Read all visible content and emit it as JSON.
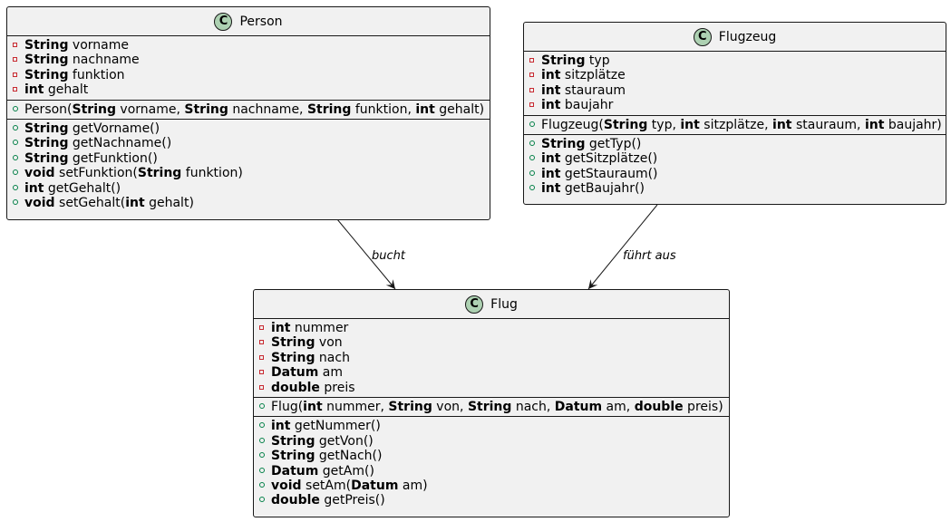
{
  "classes": {
    "person": {
      "name": "Person",
      "badge": "C",
      "attributes": [
        {
          "vis": "private",
          "type": "String",
          "name": "vorname"
        },
        {
          "vis": "private",
          "type": "String",
          "name": "nachname"
        },
        {
          "vis": "private",
          "type": "String",
          "name": "funktion"
        },
        {
          "vis": "private",
          "type": "int",
          "name": "gehalt"
        }
      ],
      "constructors": [
        {
          "vis": "public",
          "parts": [
            {
              "t": "Person("
            },
            {
              "t": "String",
              "b": true
            },
            {
              "t": " vorname, "
            },
            {
              "t": "String",
              "b": true
            },
            {
              "t": " nachname, "
            },
            {
              "t": "String",
              "b": true
            },
            {
              "t": " funktion, "
            },
            {
              "t": "int",
              "b": true
            },
            {
              "t": " gehalt)"
            }
          ]
        }
      ],
      "methods": [
        {
          "vis": "public",
          "parts": [
            {
              "t": "String",
              "b": true
            },
            {
              "t": " getVorname()"
            }
          ]
        },
        {
          "vis": "public",
          "parts": [
            {
              "t": "String",
              "b": true
            },
            {
              "t": " getNachname()"
            }
          ]
        },
        {
          "vis": "public",
          "parts": [
            {
              "t": "String",
              "b": true
            },
            {
              "t": " getFunktion()"
            }
          ]
        },
        {
          "vis": "public",
          "parts": [
            {
              "t": "void",
              "b": true
            },
            {
              "t": " setFunktion("
            },
            {
              "t": "String",
              "b": true
            },
            {
              "t": " funktion)"
            }
          ]
        },
        {
          "vis": "public",
          "parts": [
            {
              "t": "int",
              "b": true
            },
            {
              "t": " getGehalt()"
            }
          ]
        },
        {
          "vis": "public",
          "parts": [
            {
              "t": "void",
              "b": true
            },
            {
              "t": " setGehalt("
            },
            {
              "t": "int",
              "b": true
            },
            {
              "t": " gehalt)"
            }
          ]
        }
      ]
    },
    "flugzeug": {
      "name": "Flugzeug",
      "badge": "C",
      "attributes": [
        {
          "vis": "private",
          "type": "String",
          "name": "typ"
        },
        {
          "vis": "private",
          "type": "int",
          "name": "sitzplätze"
        },
        {
          "vis": "private",
          "type": "int",
          "name": "stauraum"
        },
        {
          "vis": "private",
          "type": "int",
          "name": "baujahr"
        }
      ],
      "constructors": [
        {
          "vis": "public",
          "parts": [
            {
              "t": "Flugzeug("
            },
            {
              "t": "String",
              "b": true
            },
            {
              "t": " typ, "
            },
            {
              "t": "int",
              "b": true
            },
            {
              "t": " sitzplätze, "
            },
            {
              "t": "int",
              "b": true
            },
            {
              "t": " stauraum, "
            },
            {
              "t": "int",
              "b": true
            },
            {
              "t": " baujahr)"
            }
          ]
        }
      ],
      "methods": [
        {
          "vis": "public",
          "parts": [
            {
              "t": "String",
              "b": true
            },
            {
              "t": " getTyp()"
            }
          ]
        },
        {
          "vis": "public",
          "parts": [
            {
              "t": "int",
              "b": true
            },
            {
              "t": " getSitzplätze()"
            }
          ]
        },
        {
          "vis": "public",
          "parts": [
            {
              "t": "int",
              "b": true
            },
            {
              "t": " getStauraum()"
            }
          ]
        },
        {
          "vis": "public",
          "parts": [
            {
              "t": "int",
              "b": true
            },
            {
              "t": " getBaujahr()"
            }
          ]
        }
      ]
    },
    "flug": {
      "name": "Flug",
      "badge": "C",
      "attributes": [
        {
          "vis": "private",
          "type": "int",
          "name": "nummer"
        },
        {
          "vis": "private",
          "type": "String",
          "name": "von"
        },
        {
          "vis": "private",
          "type": "String",
          "name": "nach"
        },
        {
          "vis": "private",
          "type": "Datum",
          "name": "am"
        },
        {
          "vis": "private",
          "type": "double",
          "name": "preis"
        }
      ],
      "constructors": [
        {
          "vis": "public",
          "parts": [
            {
              "t": "Flug("
            },
            {
              "t": "int",
              "b": true
            },
            {
              "t": " nummer, "
            },
            {
              "t": "String",
              "b": true
            },
            {
              "t": " von, "
            },
            {
              "t": "String",
              "b": true
            },
            {
              "t": " nach, "
            },
            {
              "t": "Datum",
              "b": true
            },
            {
              "t": " am, "
            },
            {
              "t": "double",
              "b": true
            },
            {
              "t": " preis)"
            }
          ]
        }
      ],
      "methods": [
        {
          "vis": "public",
          "parts": [
            {
              "t": "int",
              "b": true
            },
            {
              "t": " getNummer()"
            }
          ]
        },
        {
          "vis": "public",
          "parts": [
            {
              "t": "String",
              "b": true
            },
            {
              "t": " getVon()"
            }
          ]
        },
        {
          "vis": "public",
          "parts": [
            {
              "t": "String",
              "b": true
            },
            {
              "t": " getNach()"
            }
          ]
        },
        {
          "vis": "public",
          "parts": [
            {
              "t": "Datum",
              "b": true
            },
            {
              "t": " getAm()"
            }
          ]
        },
        {
          "vis": "public",
          "parts": [
            {
              "t": "void",
              "b": true
            },
            {
              "t": " setAm("
            },
            {
              "t": "Datum",
              "b": true
            },
            {
              "t": " am)"
            }
          ]
        },
        {
          "vis": "public",
          "parts": [
            {
              "t": "double",
              "b": true
            },
            {
              "t": " getPreis()"
            }
          ]
        }
      ]
    }
  },
  "relations": {
    "person_flug": {
      "label": "bucht"
    },
    "flugzeug_flug": {
      "label": "führt aus"
    }
  },
  "colors": {
    "class_fill": "#f1f1f1",
    "badge_fill": "#add1b2",
    "private_marker": "#c82930",
    "public_marker": "#038048",
    "border": "#181818"
  }
}
